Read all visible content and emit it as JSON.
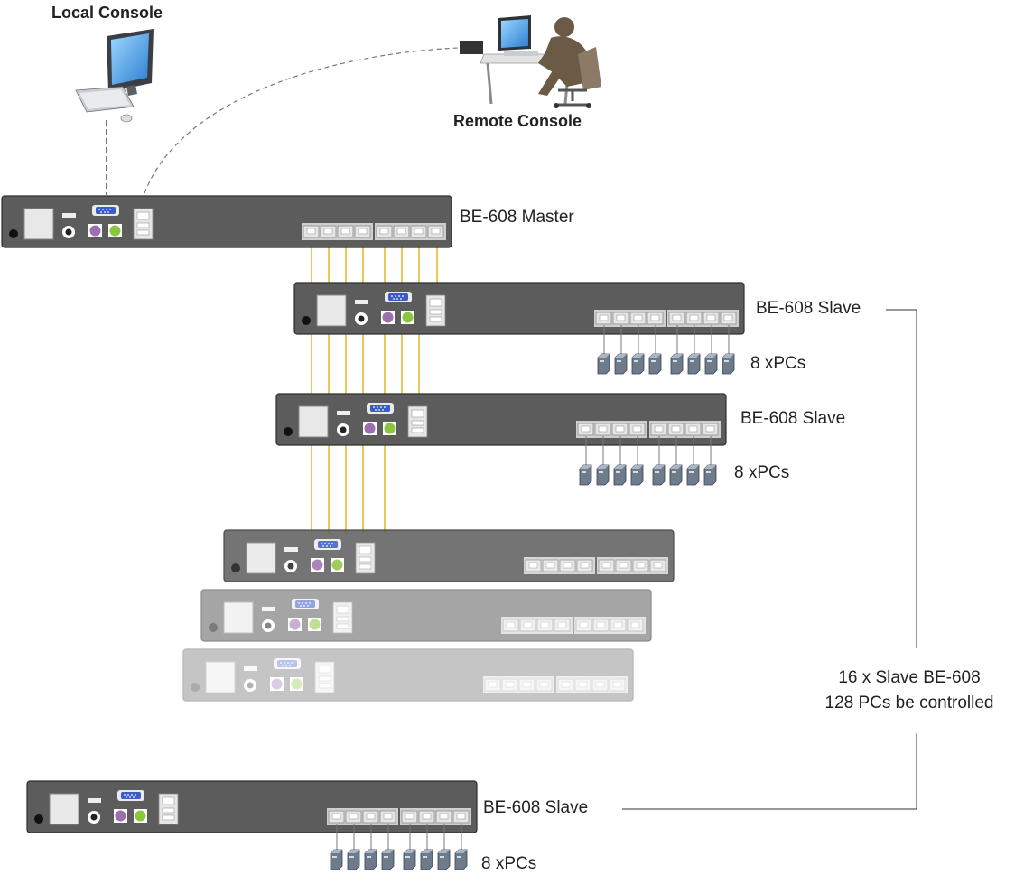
{
  "labels": {
    "local_console": "Local Console",
    "remote_console": "Remote Console",
    "master": "BE-608 Master",
    "slave": "BE-608 Slave",
    "pcs": "8 xPCs",
    "summary_line1": "16 x Slave BE-608",
    "summary_line2": "128 PCs be controlled"
  },
  "colors": {
    "device_body": "#5a5a5a",
    "cable": "#e8b21e",
    "port": "#d8d8d8",
    "ps2_keyboard": "#9c6fb0",
    "ps2_mouse": "#8cc63f",
    "vga": "#3b5bc8"
  }
}
